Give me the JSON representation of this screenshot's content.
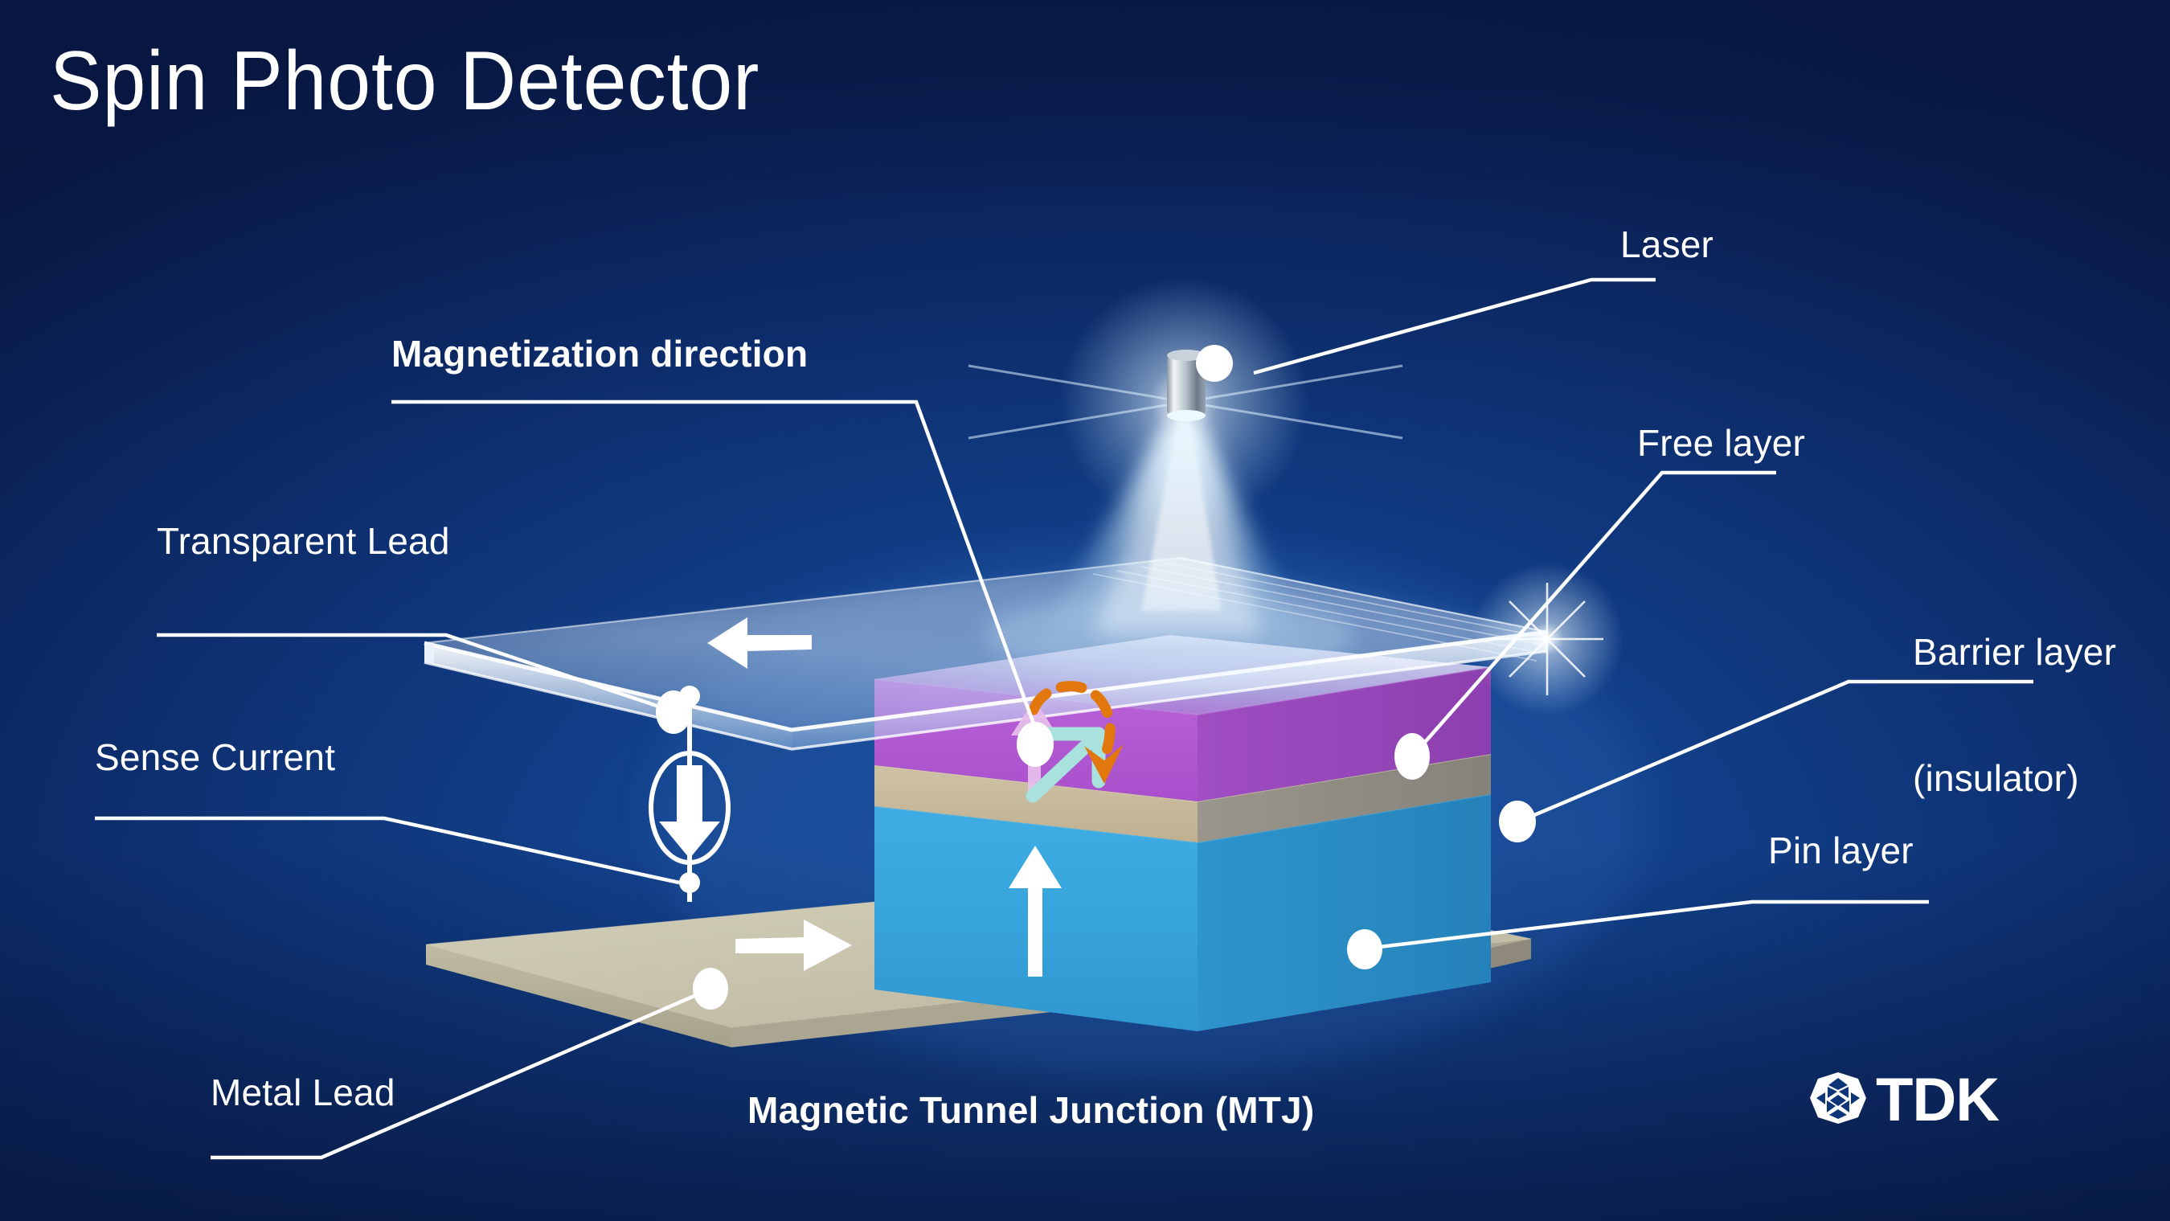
{
  "page": {
    "title": "Spin Photo Detector",
    "background_color_top": "#0a1f57",
    "background_color_mid": "#12408a",
    "background_color_bottom": "#0a1f55"
  },
  "labels": {
    "laser": "Laser",
    "free_layer": "Free layer",
    "barrier_layer_line1": "Barrier layer",
    "barrier_layer_line2": "(insulator)",
    "pin_layer": "Pin layer",
    "transparent_lead": "Transparent Lead",
    "sense_current": "Sense Current",
    "metal_lead": "Metal Lead",
    "magnetization_direction": "Magnetization direction",
    "caption": "Magnetic Tunnel Junction (MTJ)"
  },
  "brand": {
    "name": "TDK",
    "logo_icon": "tdk-gem-icon",
    "color": "#ffffff"
  },
  "diagram": {
    "layers": [
      {
        "name": "Transparent Lead",
        "role": "top electrode",
        "color": "#cfe0f5",
        "material": "transparent conductor"
      },
      {
        "name": "Free layer",
        "role": "ferromagnet (free)",
        "color": "#b45ad4"
      },
      {
        "name": "Barrier layer",
        "role": "insulator / tunnel barrier",
        "color": "#c9bb9c"
      },
      {
        "name": "Pin layer",
        "role": "ferromagnet (pinned)",
        "color": "#35a5de"
      },
      {
        "name": "Metal Lead",
        "role": "bottom electrode",
        "color": "#c6c2ab"
      }
    ],
    "arrows": [
      {
        "name": "free-layer-magnetization",
        "direction": "up",
        "color": "#e3b8e8",
        "layer": "Free layer"
      },
      {
        "name": "free-layer-tilted-spin",
        "direction": "up-right",
        "color": "#a9e2dd",
        "layer": "Free layer"
      },
      {
        "name": "precession-arrow",
        "direction": "curved-clockwise",
        "color": "#e2770e",
        "style": "dashed",
        "layer": "Free layer"
      },
      {
        "name": "pin-layer-magnetization",
        "direction": "up",
        "color": "#ffffff",
        "layer": "Pin layer"
      },
      {
        "name": "transparent-lead-current",
        "direction": "left",
        "color": "#ffffff",
        "layer": "Transparent Lead"
      },
      {
        "name": "metal-lead-current",
        "direction": "right",
        "color": "#ffffff",
        "layer": "Metal Lead"
      },
      {
        "name": "sense-current-source",
        "direction": "down",
        "color": "#ffffff",
        "symbol": "current-source"
      }
    ],
    "light_source": {
      "name": "Laser",
      "beam_color": "#dff4ff",
      "beam_shape": "cone",
      "direction": "downward"
    }
  }
}
